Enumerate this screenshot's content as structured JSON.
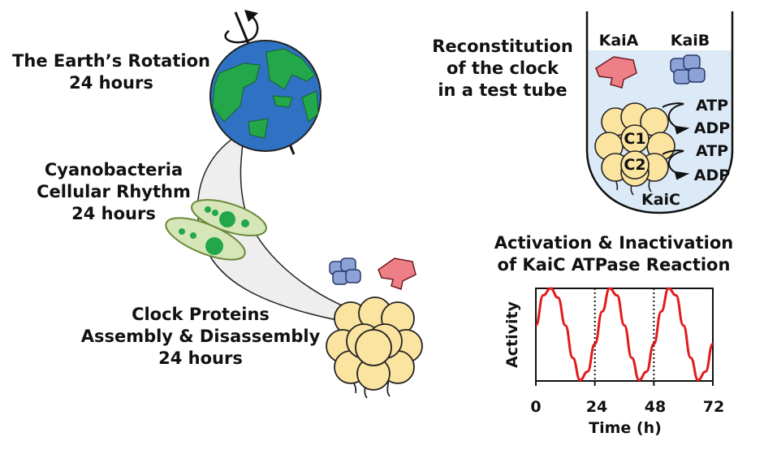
{
  "earth": {
    "label_line1": "The Earth’s Rotation",
    "label_line2": "24 hours",
    "colors": {
      "ocean": "#2f72c4",
      "land": "#22a84a"
    }
  },
  "cyanobacteria": {
    "label_line1": "Cyanobacteria",
    "label_line2": "Cellular Rhythm",
    "label_line3": "24 hours",
    "colors": {
      "cell_fill": "#d7e6b8",
      "cell_stroke": "#6a8a3a",
      "dot": "#22a84a"
    }
  },
  "clock_proteins": {
    "label_line1": "Clock Proteins",
    "label_line2": "Assembly & Disassembly",
    "label_line3": "24 hours"
  },
  "reconstitution": {
    "label_line1": "Reconstitution",
    "label_line2": "of the clock",
    "label_line3": "in a test tube",
    "kaia": "KaiA",
    "kaib": "KaiB",
    "c1": "C1",
    "c2": "C2",
    "kaic": "KaiC",
    "atp_1": "ATP",
    "adp_1": "ADP",
    "atp_2": "ATP",
    "adp_2": "ADP",
    "colors": {
      "tube_liquid": "#dce9f7",
      "kaia": "#ef7f86",
      "kaib": "#8da3d8",
      "kaic": "#fbe3a0"
    }
  },
  "chart_data": {
    "type": "line",
    "title_line1": "Activation & Inactivation",
    "title_line2": "of KaiC ATPase Reaction",
    "xlabel": "Time (h)",
    "ylabel": "Activity",
    "xlim": [
      0,
      72
    ],
    "ylim": [
      -1,
      1
    ],
    "xticks": [
      0,
      24,
      48,
      72
    ],
    "xtick_labels": [
      "0",
      "24",
      "48",
      "72"
    ],
    "vlines": [
      24,
      48
    ],
    "series": [
      {
        "color": "#e31a1c",
        "period_h": 24,
        "x": [
          0,
          3,
          6,
          9,
          12,
          15,
          18,
          21,
          24,
          27,
          30,
          33,
          36,
          39,
          42,
          45,
          48,
          51,
          54,
          57,
          60,
          63,
          66,
          69,
          72
        ],
        "y": [
          0.2,
          0.85,
          1.0,
          0.8,
          0.2,
          -0.5,
          -0.98,
          -0.8,
          -0.2,
          0.5,
          1.0,
          0.85,
          0.2,
          -0.5,
          -0.98,
          -0.8,
          -0.2,
          0.5,
          1.0,
          0.85,
          0.2,
          -0.5,
          -0.98,
          -0.8,
          -0.2
        ]
      }
    ],
    "grid": false
  }
}
